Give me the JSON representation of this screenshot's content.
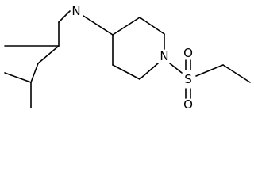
{
  "structure": {
    "atoms": {
      "amine_n": "N",
      "ring_n": "N",
      "sulfur": "S",
      "oxygen_top": "O",
      "oxygen_bottom": "O"
    }
  }
}
